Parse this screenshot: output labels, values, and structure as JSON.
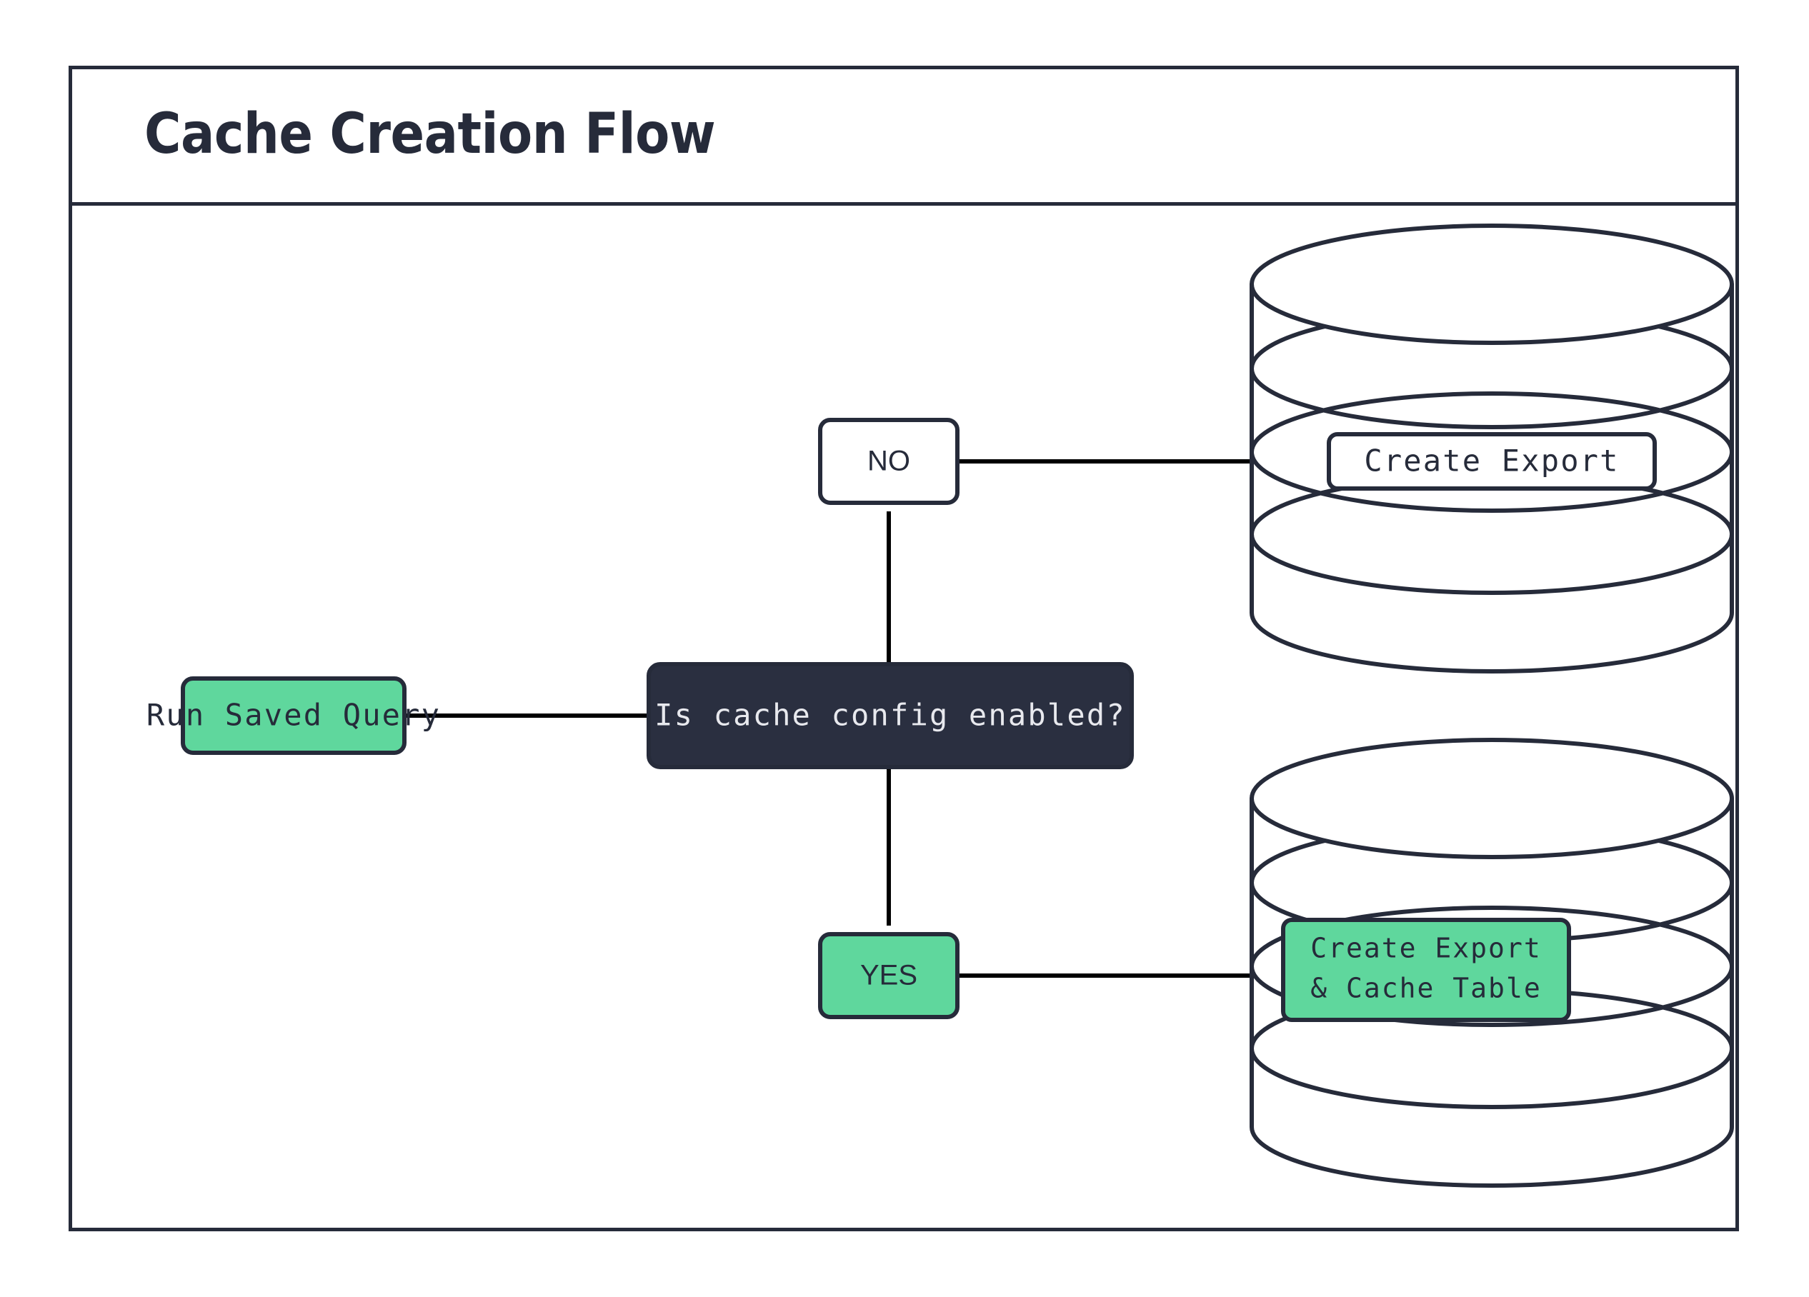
{
  "frame": {
    "title": "Cache Creation Flow"
  },
  "colors": {
    "accent_green": "#5fd79d",
    "dark_navy": "#262b3a",
    "decision_bg": "#2a2f40",
    "decision_text": "#e8e9ee",
    "edge": "#000000",
    "canvas": "#ffffff"
  },
  "nodes": {
    "start": {
      "label": "Run Saved Query",
      "shape": "rounded-rect",
      "fill": "green"
    },
    "decision": {
      "label": "Is cache config enabled?",
      "shape": "rounded-rect",
      "fill": "dark"
    },
    "export_store": {
      "label": "Create Export",
      "shape": "database-cylinder",
      "fill": "white"
    },
    "cache_store": {
      "label_line1": "Create Export",
      "label_line2": "& Cache Table",
      "shape": "database-cylinder",
      "fill": "green"
    }
  },
  "edge_labels": {
    "no": "NO",
    "yes": "YES"
  },
  "edges": [
    {
      "from": "start",
      "to": "decision",
      "label": ""
    },
    {
      "from": "decision",
      "to": "export_store",
      "label": "NO"
    },
    {
      "from": "decision",
      "to": "cache_store",
      "label": "YES"
    }
  ]
}
